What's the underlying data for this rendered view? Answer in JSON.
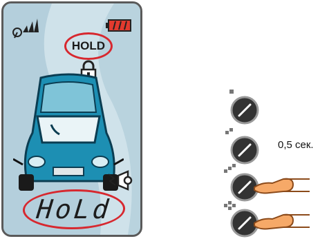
{
  "lcd": {
    "status": {
      "hold_label": "HOLD"
    },
    "segment_display": "HoLd",
    "icons": [
      "signal-icon",
      "battery-icon",
      "lock-icon",
      "car-icon",
      "siren-icon"
    ],
    "colors": {
      "screen": "#cfe2ea",
      "car": "#1d8fb3",
      "highlight": "#d7282f",
      "battery": "#e23a2e"
    }
  },
  "buttons": [
    {
      "name": "button-1-press",
      "dots": 1,
      "finger": false
    },
    {
      "name": "button-2-press",
      "dots": 2,
      "finger": false
    },
    {
      "name": "button-3-hold",
      "dots": 3,
      "finger": true
    },
    {
      "name": "button-4-hold",
      "dots": 4,
      "finger": true
    }
  ],
  "delay_label": "0,5 сек."
}
